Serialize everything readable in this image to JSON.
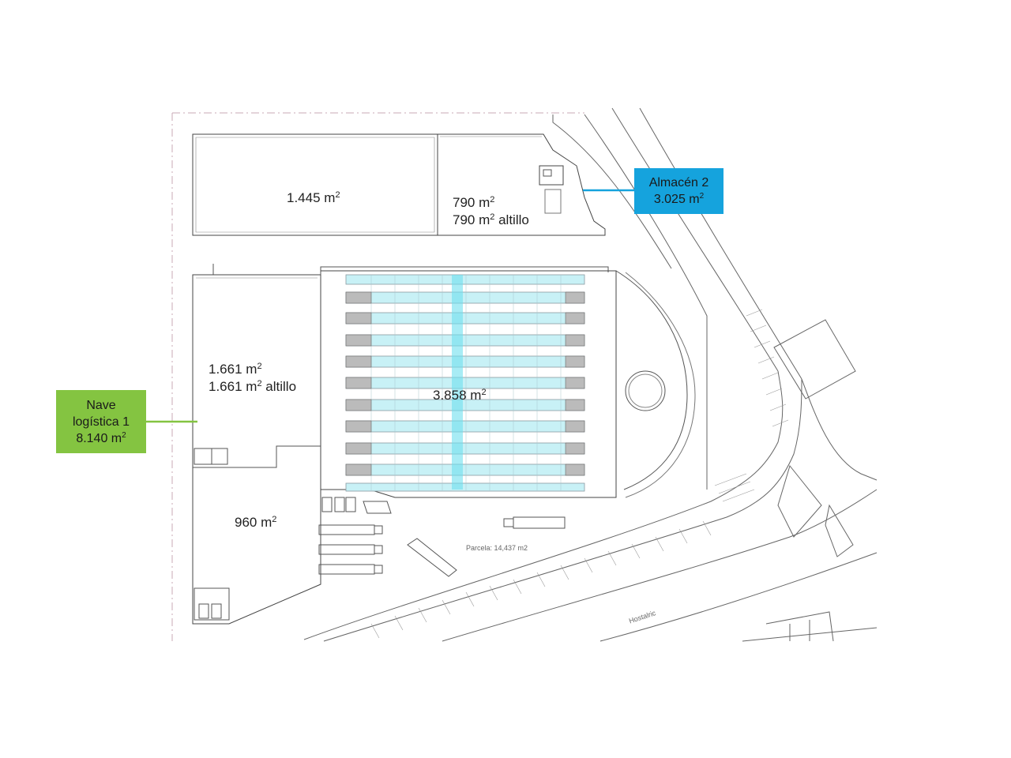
{
  "areas": {
    "a1445": {
      "value": "1.445 m",
      "exp": "2"
    },
    "a790": {
      "line1": "790 m",
      "exp1": "2",
      "line2_pre": "790 m",
      "exp2": "2",
      "line2_post": " altillo"
    },
    "a1661": {
      "line1": "1.661 m",
      "exp1": "2",
      "line2_pre": "1.661 m",
      "exp2": "2",
      "line2_post": " altillo"
    },
    "a960": {
      "value": "960 m",
      "exp": "2"
    },
    "a3858": {
      "value": "3.858 m",
      "exp": "2"
    }
  },
  "callouts": {
    "nave": {
      "line1": "Nave",
      "line2": "logística 1",
      "line3_pre": "8.140 m",
      "exp": "2",
      "color": "#84c441"
    },
    "almacen": {
      "line1": "Almacén 2",
      "line2_pre": "3.025 m",
      "exp": "2",
      "color": "#15a3dd"
    }
  },
  "site": {
    "parcela": "Parcela: 14,437 m2",
    "street": "Hostalric"
  }
}
